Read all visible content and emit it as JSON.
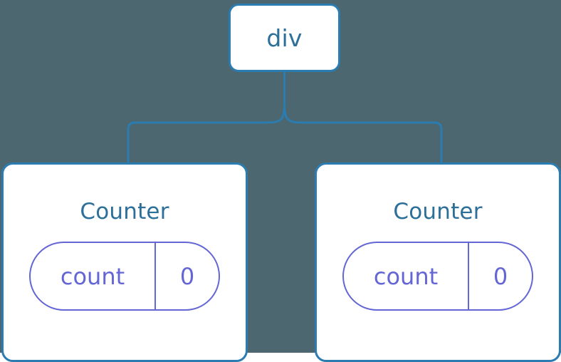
{
  "diagram": {
    "type": "component-tree",
    "background_color": "#4c6770",
    "node_border_color": "#2b7cb0",
    "node_fill_color": "#ffffff",
    "node_text_color": "#2c6f99",
    "state_pill_color": "#6366d4",
    "connector_color": "#2b7cb0"
  },
  "root": {
    "label": "div"
  },
  "children": [
    {
      "label": "Counter",
      "state": {
        "key": "count",
        "value": "0"
      }
    },
    {
      "label": "Counter",
      "state": {
        "key": "count",
        "value": "0"
      }
    }
  ]
}
